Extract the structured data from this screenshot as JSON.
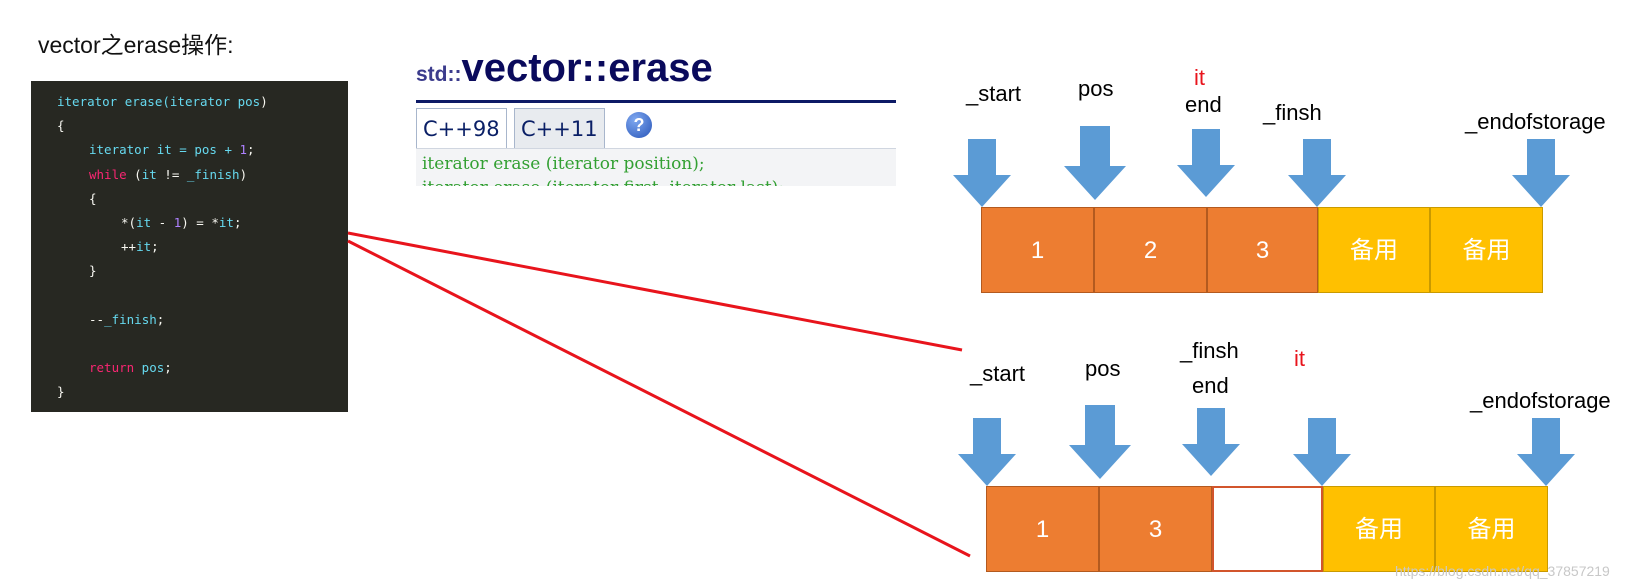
{
  "title": "vector之erase操作:",
  "code": {
    "lines": [
      {
        "indent": 0,
        "tokens": [
          {
            "t": "iterator erase(",
            "c": "var"
          },
          {
            "t": "iterator pos",
            "c": "var"
          },
          {
            "t": ")",
            "c": "plain"
          }
        ]
      },
      {
        "indent": 0,
        "tokens": [
          {
            "t": "{",
            "c": "plain"
          }
        ]
      },
      {
        "indent": 1,
        "tokens": [
          {
            "t": "iterator it = pos + ",
            "c": "var"
          },
          {
            "t": "1",
            "c": "num"
          },
          {
            "t": ";",
            "c": "plain"
          }
        ]
      },
      {
        "indent": 1,
        "tokens": [
          {
            "t": "while",
            "c": "kw"
          },
          {
            "t": " (",
            "c": "plain"
          },
          {
            "t": "it",
            "c": "var"
          },
          {
            "t": " != ",
            "c": "plain"
          },
          {
            "t": "_finish",
            "c": "var"
          },
          {
            "t": ")",
            "c": "plain"
          }
        ]
      },
      {
        "indent": 1,
        "tokens": [
          {
            "t": "{",
            "c": "plain"
          }
        ]
      },
      {
        "indent": 2,
        "tokens": [
          {
            "t": "*(",
            "c": "plain"
          },
          {
            "t": "it",
            "c": "var"
          },
          {
            "t": " - ",
            "c": "plain"
          },
          {
            "t": "1",
            "c": "num"
          },
          {
            "t": ") = *",
            "c": "plain"
          },
          {
            "t": "it",
            "c": "var"
          },
          {
            "t": ";",
            "c": "plain"
          }
        ]
      },
      {
        "indent": 2,
        "tokens": [
          {
            "t": "++",
            "c": "plain"
          },
          {
            "t": "it",
            "c": "var"
          },
          {
            "t": ";",
            "c": "plain"
          }
        ]
      },
      {
        "indent": 1,
        "tokens": [
          {
            "t": "}",
            "c": "plain"
          }
        ]
      },
      {
        "indent": 0,
        "tokens": []
      },
      {
        "indent": 1,
        "tokens": [
          {
            "t": "--",
            "c": "plain"
          },
          {
            "t": "_finish",
            "c": "var"
          },
          {
            "t": ";",
            "c": "plain"
          }
        ]
      },
      {
        "indent": 0,
        "tokens": []
      },
      {
        "indent": 1,
        "tokens": [
          {
            "t": "return",
            "c": "kw"
          },
          {
            "t": " pos",
            "c": "var"
          },
          {
            "t": ";",
            "c": "plain"
          }
        ]
      },
      {
        "indent": 0,
        "tokens": [
          {
            "t": "}",
            "c": "plain"
          }
        ]
      }
    ]
  },
  "reference": {
    "namespace": "std::",
    "name": "vector::erase",
    "tabs": [
      "C++98",
      "C++11"
    ],
    "help_icon": "?",
    "signature": "iterator erase (iterator position);",
    "signature_next": "iterator erase (iterator first, iterator last);"
  },
  "diagram_top": {
    "labels": {
      "start": "_start",
      "pos": "pos",
      "it": "it",
      "end": "end",
      "finsh": "_finsh",
      "endofstorage": "_endofstorage"
    },
    "cells": [
      {
        "text": "1",
        "kind": "orange"
      },
      {
        "text": "2",
        "kind": "orange"
      },
      {
        "text": "3",
        "kind": "orange"
      },
      {
        "text": "备用",
        "kind": "yellow"
      },
      {
        "text": "备用",
        "kind": "yellow"
      }
    ]
  },
  "diagram_bottom": {
    "labels": {
      "start": "_start",
      "pos": "pos",
      "finsh": "_finsh",
      "end": "end",
      "it": "it",
      "endofstorage": "_endofstorage"
    },
    "cells": [
      {
        "text": "1",
        "kind": "orange"
      },
      {
        "text": "3",
        "kind": "orange"
      },
      {
        "text": "",
        "kind": "empty"
      },
      {
        "text": "备用",
        "kind": "yellow"
      },
      {
        "text": "备用",
        "kind": "yellow"
      }
    ]
  },
  "colors": {
    "arrow": "#5b9bd5",
    "connector": "#e8141c",
    "cell_orange": "#ed7d31",
    "cell_yellow": "#ffc000"
  },
  "icons": {
    "pointer": "down-arrow-icon",
    "help": "help-icon"
  },
  "watermark": "https://blog.csdn.net/qq_37857219"
}
